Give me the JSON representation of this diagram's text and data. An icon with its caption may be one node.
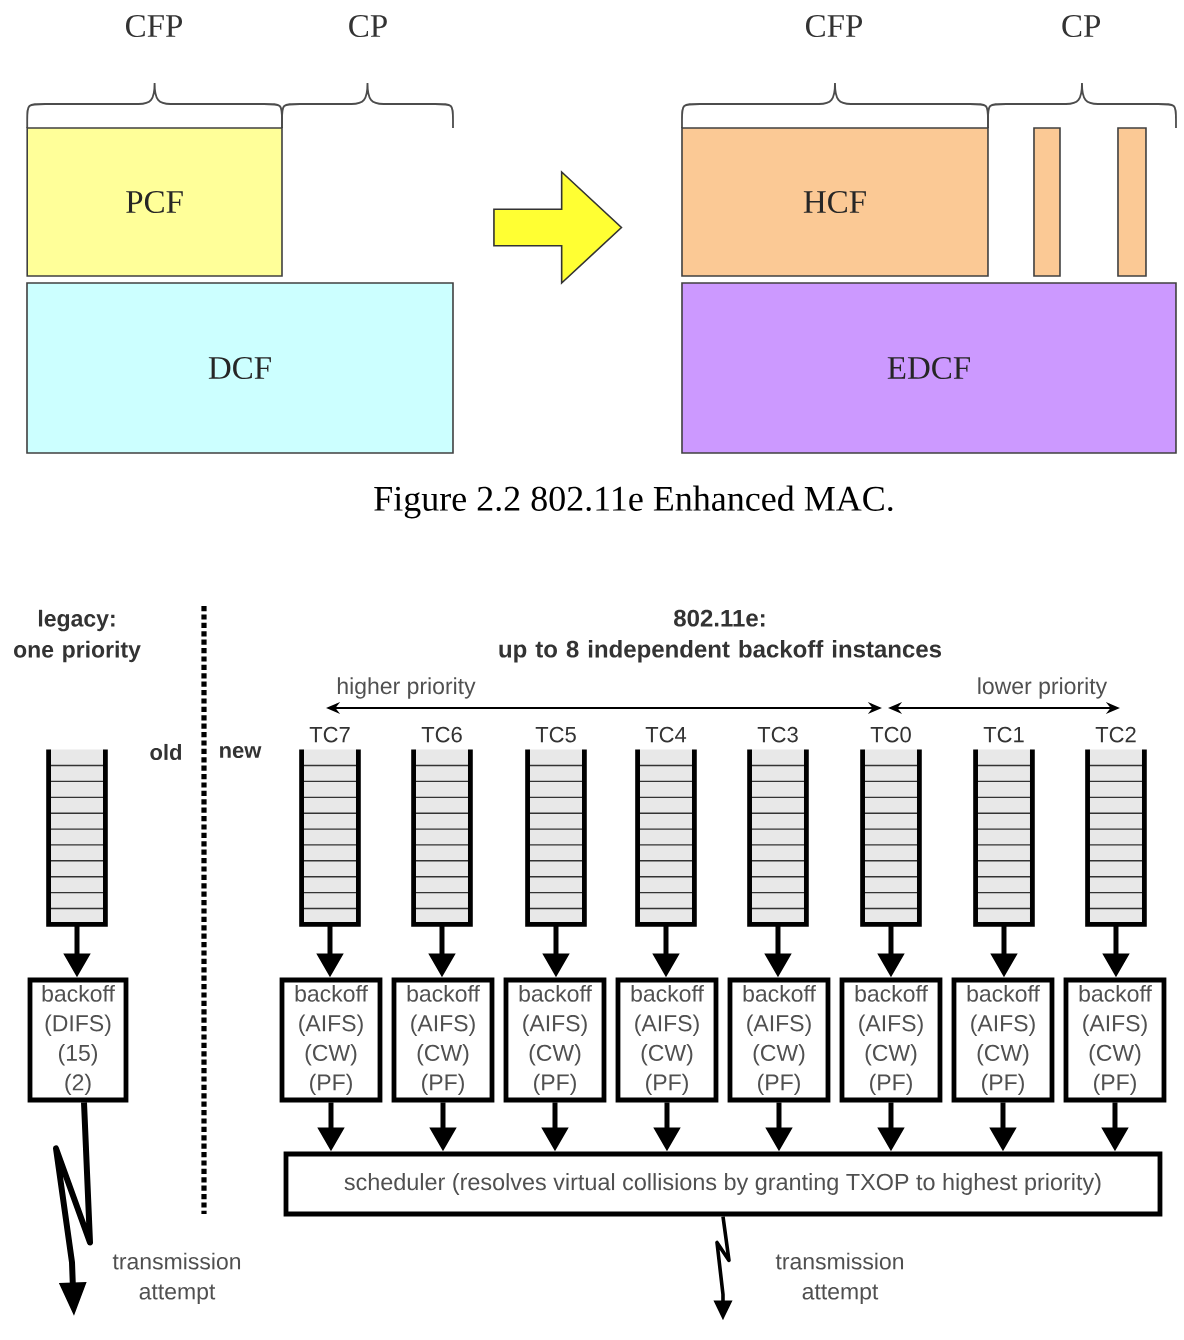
{
  "diagram": {
    "caption": "Figure 2.2 802.11e Enhanced MAC.",
    "nodes": [
      {
        "text": [
          "PCF"
        ]
      },
      {
        "text": [
          "DCF"
        ]
      },
      {
        "text": [
          "HCF"
        ]
      },
      {
        "text": [],
        "shape": "bar"
      },
      {
        "text": [],
        "shape": "bar"
      },
      {
        "text": [
          "EDCF"
        ]
      },
      {
        "text": [],
        "shape": "queue"
      },
      {
        "text": [],
        "shape": "queue",
        "beside": [
          "TC7"
        ]
      },
      {
        "text": [],
        "shape": "queue",
        "beside": [
          "TC6"
        ]
      },
      {
        "text": [],
        "shape": "queue",
        "beside": [
          "TC5"
        ]
      },
      {
        "text": [],
        "shape": "queue",
        "beside": [
          "TC4"
        ]
      },
      {
        "text": [],
        "shape": "queue",
        "beside": [
          "TC3"
        ]
      },
      {
        "text": [],
        "shape": "queue",
        "beside": [
          "TC0"
        ]
      },
      {
        "text": [],
        "shape": "queue",
        "beside": [
          "TC1"
        ]
      },
      {
        "text": [],
        "shape": "queue",
        "beside": [
          "TC2"
        ]
      },
      {
        "text": [
          "backoff (DIFS) (15) (2)"
        ]
      },
      {
        "text": [
          "backoff (AIFS) (CW) (PF)"
        ]
      },
      {
        "text": [
          "backoff (AIFS) (CW) (PF)"
        ]
      },
      {
        "text": [
          "backoff (AIFS) (CW) (PF)"
        ]
      },
      {
        "text": [
          "backoff (AIFS) (CW) (PF)"
        ]
      },
      {
        "text": [
          "backoff (AIFS) (CW) (PF)"
        ]
      },
      {
        "text": [
          "backoff (AIFS) (CW) (PF)"
        ]
      },
      {
        "text": [
          "backoff (AIFS) (CW) (PF)"
        ]
      },
      {
        "text": [
          "backoff (AIFS) (CW) (PF)"
        ]
      },
      {
        "text": [
          "scheduler (resolves virtual collisions by granting TXOP to highest priority)"
        ]
      }
    ],
    "edges": [
      {
        "from": 0,
        "to": 2,
        "arrow": "to",
        "style": "thick",
        "color": "#ffff33"
      },
      {
        "from": 6,
        "to": 15,
        "arrow": "to"
      },
      {
        "from": 7,
        "to": 16,
        "arrow": "to"
      },
      {
        "from": 8,
        "to": 17,
        "arrow": "to"
      },
      {
        "from": 9,
        "to": 18,
        "arrow": "to"
      },
      {
        "from": 10,
        "to": 19,
        "arrow": "to"
      },
      {
        "from": 11,
        "to": 20,
        "arrow": "to"
      },
      {
        "from": 12,
        "to": 21,
        "arrow": "to"
      },
      {
        "from": 13,
        "to": 22,
        "arrow": "to"
      },
      {
        "from": 14,
        "to": 23,
        "arrow": "to"
      },
      {
        "from": 16,
        "to": 24,
        "arrow": "to"
      },
      {
        "from": 17,
        "to": 24,
        "arrow": "to"
      },
      {
        "from": 18,
        "to": 24,
        "arrow": "to"
      },
      {
        "from": 19,
        "to": 24,
        "arrow": "to"
      },
      {
        "from": 20,
        "to": 24,
        "arrow": "to"
      },
      {
        "from": 21,
        "to": 24,
        "arrow": "to"
      },
      {
        "from": 22,
        "to": 24,
        "arrow": "to"
      },
      {
        "from": 23,
        "to": 24,
        "arrow": "to"
      },
      {
        "from": 15,
        "to": null,
        "arrow": "to",
        "label": "transmission attempt"
      },
      {
        "from": 24,
        "to": null,
        "arrow": "to",
        "label": "transmission attempt"
      }
    ],
    "labels": [
      "CFP",
      "CP",
      "CFP",
      "CP",
      "legacy: one priority",
      "802.11e: up to 8 independent backoff instances",
      "higher priority",
      "lower priority",
      "old",
      "new"
    ]
  }
}
